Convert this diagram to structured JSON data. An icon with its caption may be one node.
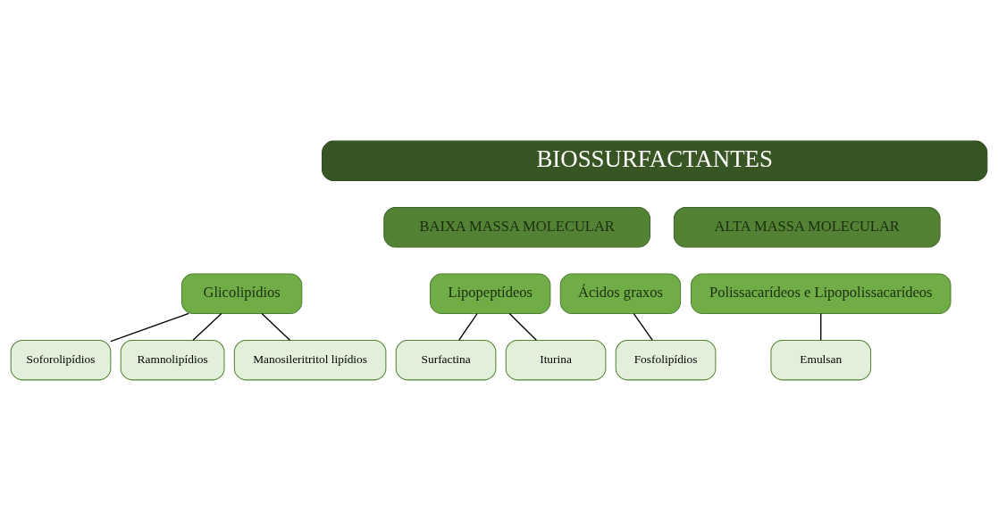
{
  "diagram": {
    "nodes": [
      {
        "text": [
          "BIOSSURFACTANTES"
        ]
      },
      {
        "text": [
          "BAIXA MASSA MOLECULAR"
        ]
      },
      {
        "text": [
          "ALTA MASSA MOLECULAR"
        ]
      },
      {
        "text": [
          "Glicolipídios"
        ]
      },
      {
        "text": [
          "Lipopeptídeos"
        ]
      },
      {
        "text": [
          "Ácidos graxos"
        ]
      },
      {
        "text": [
          "Polissacarídeos e Lipopolissacarídeos"
        ]
      },
      {
        "text": [
          "Soforolipídios"
        ]
      },
      {
        "text": [
          "Ramnolipídios"
        ]
      },
      {
        "text": [
          "Manosileritritol lipídios"
        ]
      },
      {
        "text": [
          "Surfactina"
        ]
      },
      {
        "text": [
          "Iturina"
        ]
      },
      {
        "text": [
          "Fosfolipídios"
        ]
      },
      {
        "text": [
          "Emulsan"
        ]
      }
    ],
    "edges": [
      {
        "from": 3,
        "to": 7,
        "arrow": "none"
      },
      {
        "from": 3,
        "to": 8,
        "arrow": "none"
      },
      {
        "from": 3,
        "to": 9,
        "arrow": "none"
      },
      {
        "from": 4,
        "to": 10,
        "arrow": "none"
      },
      {
        "from": 4,
        "to": 11,
        "arrow": "none"
      },
      {
        "from": 5,
        "to": 12,
        "arrow": "none"
      },
      {
        "from": 6,
        "to": 13,
        "arrow": "none"
      }
    ]
  }
}
